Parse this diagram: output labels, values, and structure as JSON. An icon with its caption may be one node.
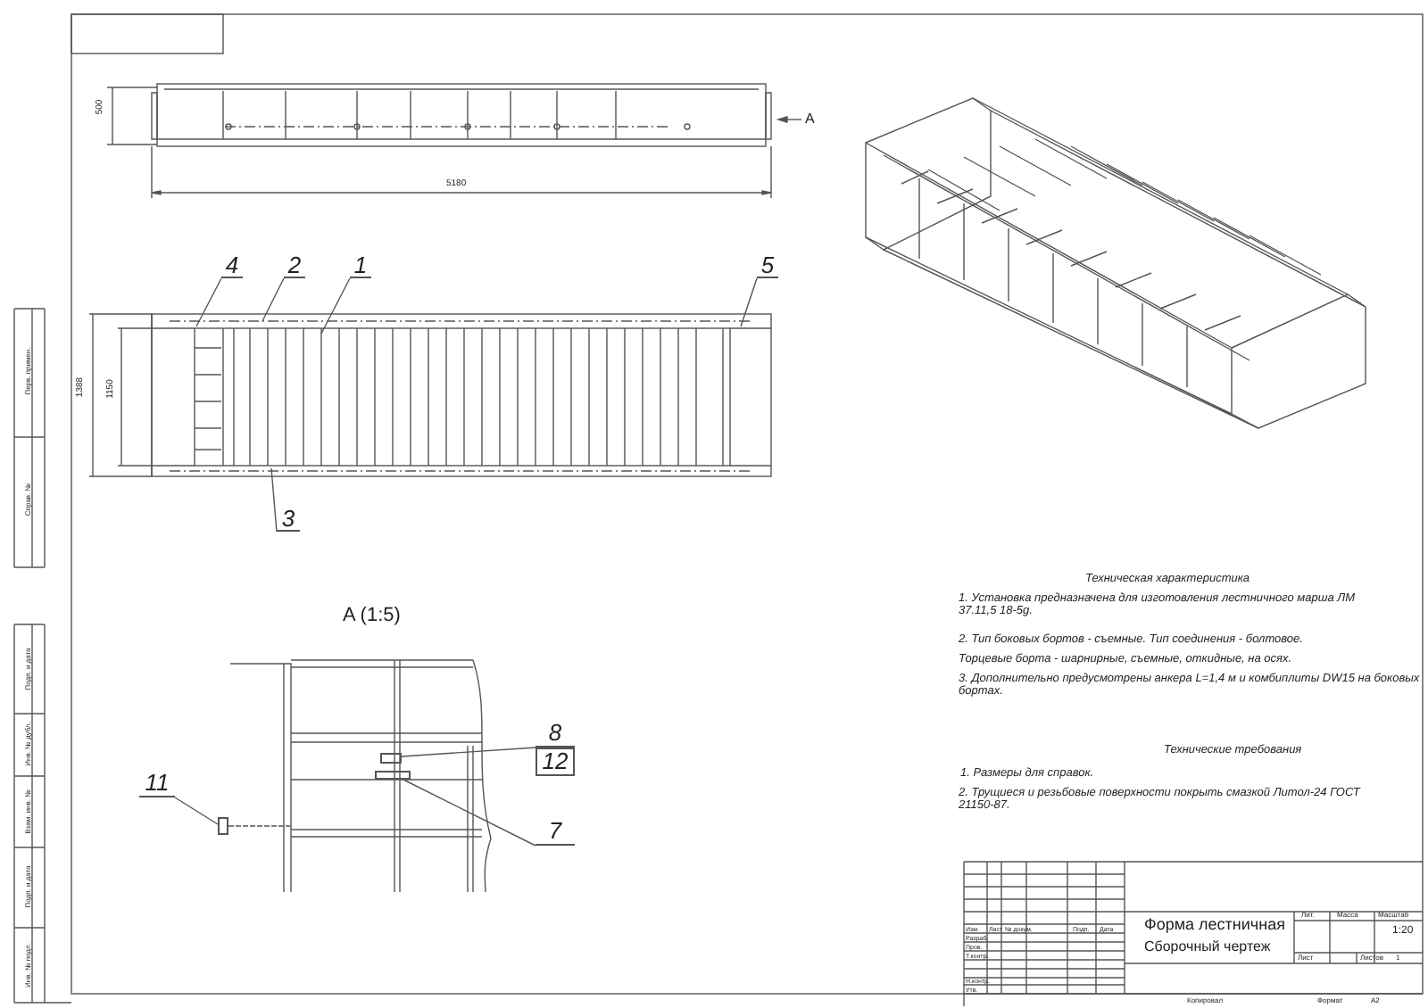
{
  "diagram": {
    "nodes": [
      {
        "text": [
          "4"
        ]
      },
      {
        "text": [
          "2"
        ]
      },
      {
        "text": [
          "1"
        ]
      },
      {
        "text": [
          "5"
        ]
      },
      {
        "text": [
          "3"
        ]
      },
      {
        "text": [
          "8"
        ]
      },
      {
        "text": [
          "12"
        ]
      },
      {
        "text": [
          "11"
        ]
      },
      {
        "text": [
          "7"
        ]
      },
      {
        "text": [],
        "shape": "box"
      },
      {
        "text": [],
        "shape": "box"
      },
      {
        "text": [],
        "shape": "box"
      }
    ],
    "edges": [
      {
        "from": 0,
        "to": null,
        "arrow": "none"
      },
      {
        "from": 1,
        "to": null,
        "arrow": "none"
      },
      {
        "from": 2,
        "to": null,
        "arrow": "none"
      },
      {
        "from": 3,
        "to": null,
        "arrow": "none"
      },
      {
        "from": 4,
        "to": null,
        "arrow": "none"
      },
      {
        "from": 5,
        "to": 10,
        "arrow": "none"
      },
      {
        "from": 7,
        "to": 9,
        "arrow": "none"
      },
      {
        "from": 8,
        "to": 11,
        "arrow": "none"
      }
    ],
    "labels": [
      "500",
      "A",
      "5180",
      "1388",
      "1150",
      "A (1:5)",
      "Техническая характеристика",
      "1. Установка предназначена для изготовления лестничного марша ЛМ 37.11,5 18-5g.",
      "2. Тип боковых бортов - съемные. Тип соединения - болтовое.",
      "Торцевые борта - шарнирные, съемные, откидные, на осях.",
      "3. Дополнительно предусмотрены анкера L=1,4 м и комбиплиты DW15 на боковых бортах.",
      "Технические требования",
      "1. Размеры для справок.",
      "2. Трущиеся и резьбовые поверхности покрыть смазкой Литол-24 ГОСТ 21150-87.",
      "Перв. примен.",
      "Справ. №",
      "Подп. и дата",
      "Инв. № дубл.",
      "Взам. инв. №",
      "Подп. и дата",
      "Инв. № подл.",
      "Лит.",
      "Масса",
      "Масштаб",
      "Изм.",
      "Лист",
      "№ докум.",
      "Подп.",
      "Дата",
      "Форма лестничная",
      "1:20",
      "Разраб.",
      "Пров.",
      "Сборочный чертеж",
      "Т.контр.",
      "Лист",
      "Листов",
      "1",
      "Н.контр.",
      "Утв.",
      "Копировал",
      "Формат",
      "A2"
    ]
  }
}
